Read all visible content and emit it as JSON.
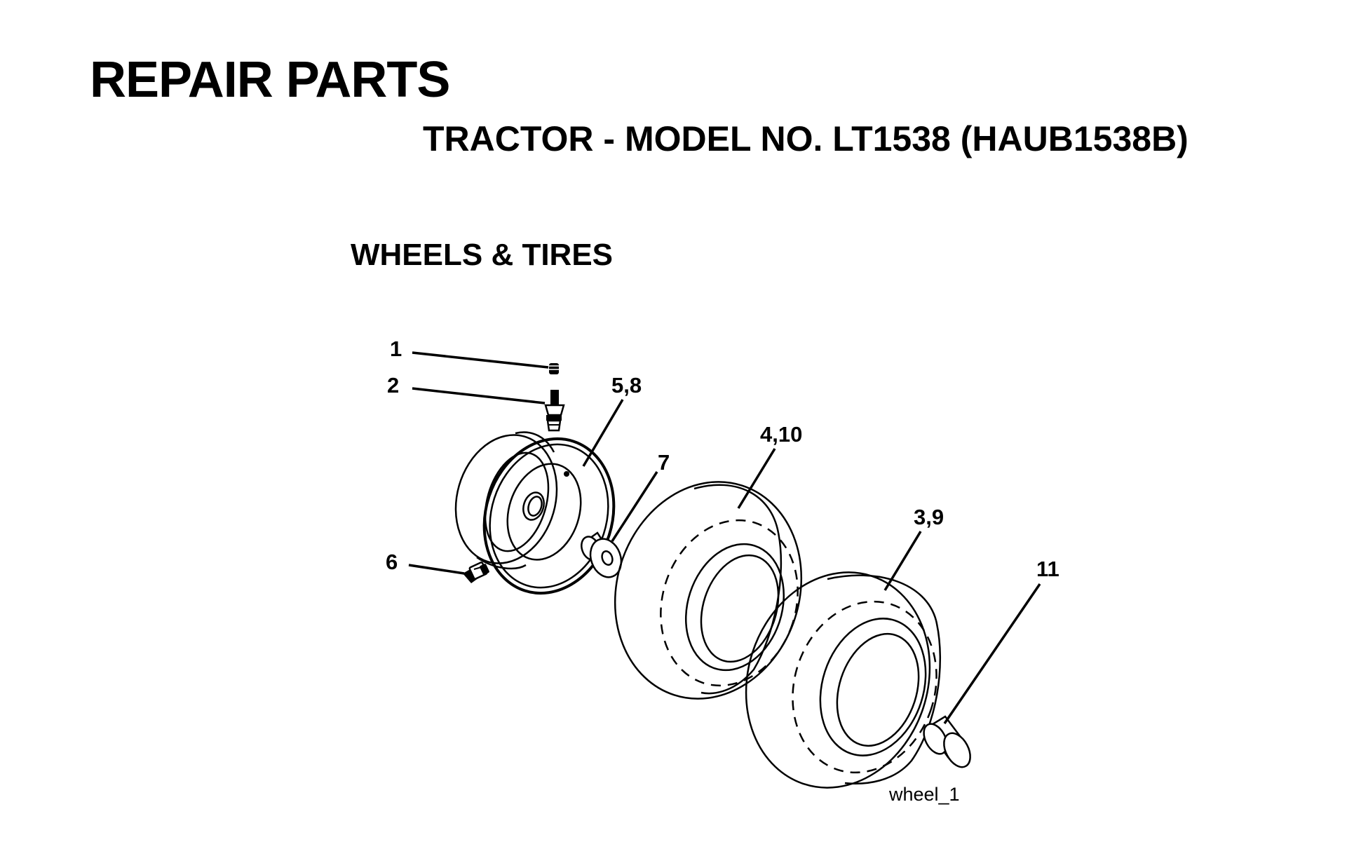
{
  "header": {
    "title": "REPAIR PARTS",
    "subtitle": "TRACTOR - MODEL NO. LT1538 (HAUB1538B)"
  },
  "section": {
    "title": "WHEELS & TIRES"
  },
  "diagram": {
    "callouts": {
      "c1": "1",
      "c2": "2",
      "c58": "5,8",
      "c410": "4,10",
      "c7": "7",
      "c39": "3,9",
      "c11": "11",
      "c6": "6"
    },
    "figure_ref": "wheel_1"
  }
}
